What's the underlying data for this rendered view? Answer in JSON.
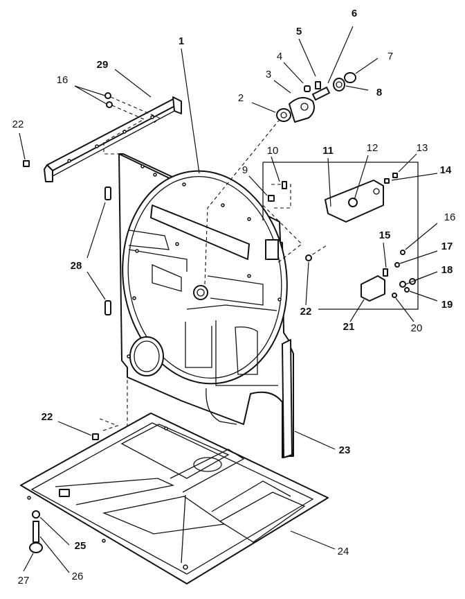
{
  "diagram": {
    "callouts": [
      {
        "id": "c1",
        "text": "1"
      },
      {
        "id": "c2",
        "text": "2"
      },
      {
        "id": "c3",
        "text": "3"
      },
      {
        "id": "c4",
        "text": "4"
      },
      {
        "id": "c5",
        "text": "5"
      },
      {
        "id": "c6",
        "text": "6"
      },
      {
        "id": "c7",
        "text": "7"
      },
      {
        "id": "c8",
        "text": "8"
      },
      {
        "id": "c9",
        "text": "9"
      },
      {
        "id": "c10",
        "text": "10"
      },
      {
        "id": "c11",
        "text": "11"
      },
      {
        "id": "c12",
        "text": "12"
      },
      {
        "id": "c13",
        "text": "13"
      },
      {
        "id": "c14",
        "text": "14"
      },
      {
        "id": "c15",
        "text": "15"
      },
      {
        "id": "c16a",
        "text": "16"
      },
      {
        "id": "c16b",
        "text": "16"
      },
      {
        "id": "c17",
        "text": "17"
      },
      {
        "id": "c18",
        "text": "18"
      },
      {
        "id": "c19",
        "text": "19"
      },
      {
        "id": "c20",
        "text": "20"
      },
      {
        "id": "c21",
        "text": "21"
      },
      {
        "id": "c22a",
        "text": "22"
      },
      {
        "id": "c22b",
        "text": "22"
      },
      {
        "id": "c22c",
        "text": "22"
      },
      {
        "id": "c23",
        "text": "23"
      },
      {
        "id": "c24",
        "text": "24"
      },
      {
        "id": "c25",
        "text": "25"
      },
      {
        "id": "c26",
        "text": "26"
      },
      {
        "id": "c27",
        "text": "27"
      },
      {
        "id": "c28",
        "text": "28"
      },
      {
        "id": "c29",
        "text": "29"
      }
    ]
  }
}
